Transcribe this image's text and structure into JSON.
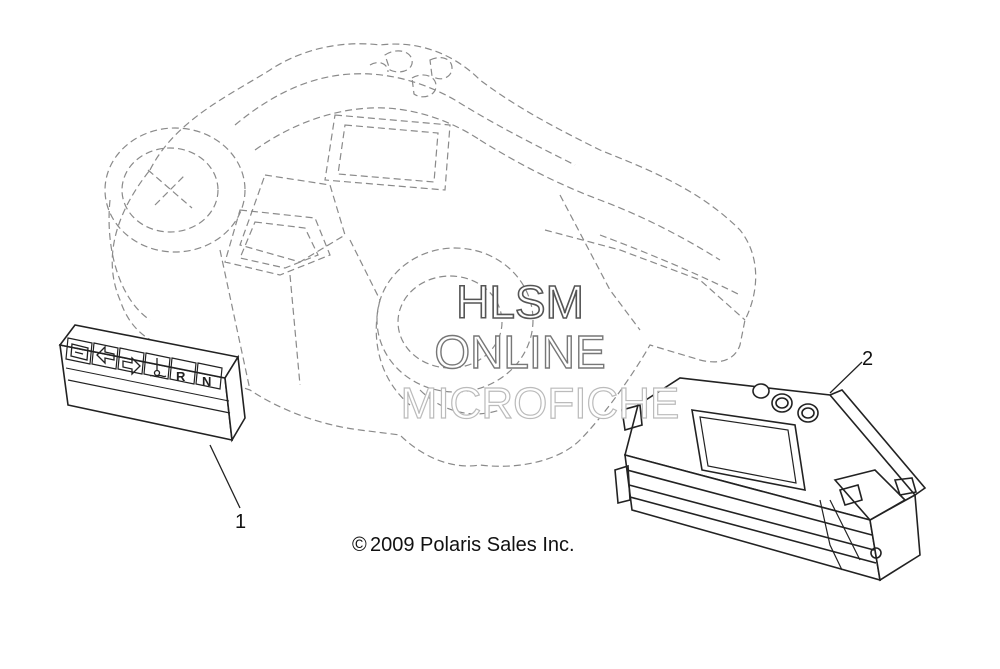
{
  "watermark": {
    "line1": "HLSM",
    "line2": "ONLINE",
    "line3": "MICROFICHE"
  },
  "copyright": {
    "symbol": "©",
    "text": "2009 Polaris Sales Inc."
  },
  "callouts": [
    {
      "number": "1",
      "part": "indicator-light-module"
    },
    {
      "number": "2",
      "part": "instrument-cluster"
    }
  ],
  "indicator_module": {
    "letters": [
      "R",
      "N"
    ],
    "icons": [
      "headlight-icon",
      "left-arrow-icon",
      "right-arrow-icon",
      "temperature-icon"
    ]
  }
}
